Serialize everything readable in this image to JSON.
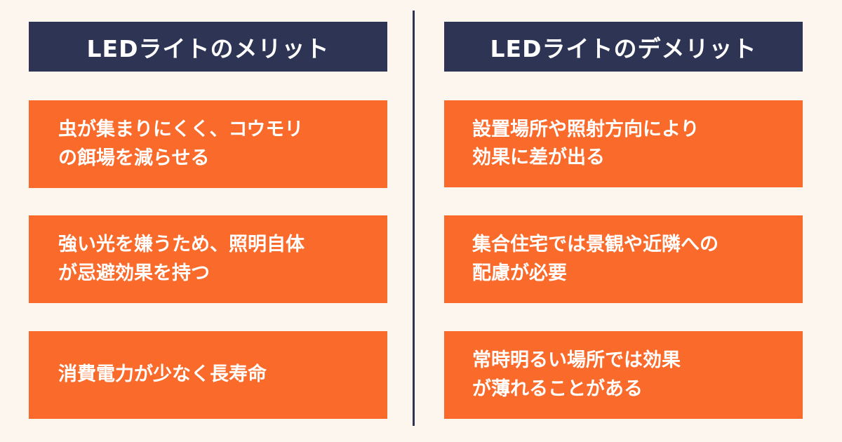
{
  "colors": {
    "background": "#fdf6ee",
    "header_bg": "#2d3454",
    "card_bg": "#fa6a2a",
    "divider": "#2d3454",
    "text_light": "#ffffff"
  },
  "merits": {
    "title": "LEDライトのメリット",
    "items": [
      "虫が集まりにくく、コウモリ\nの餌場を減らせる",
      "強い光を嫌うため、照明自体\nが忌避効果を持つ",
      "消費電力が少なく長寿命"
    ]
  },
  "demerits": {
    "title": "LEDライトのデメリット",
    "items": [
      "設置場所や照射方向により\n効果に差が出る",
      "集合住宅では景観や近隣への\n配慮が必要",
      "常時明るい場所では効果\nが薄れることがある"
    ]
  }
}
